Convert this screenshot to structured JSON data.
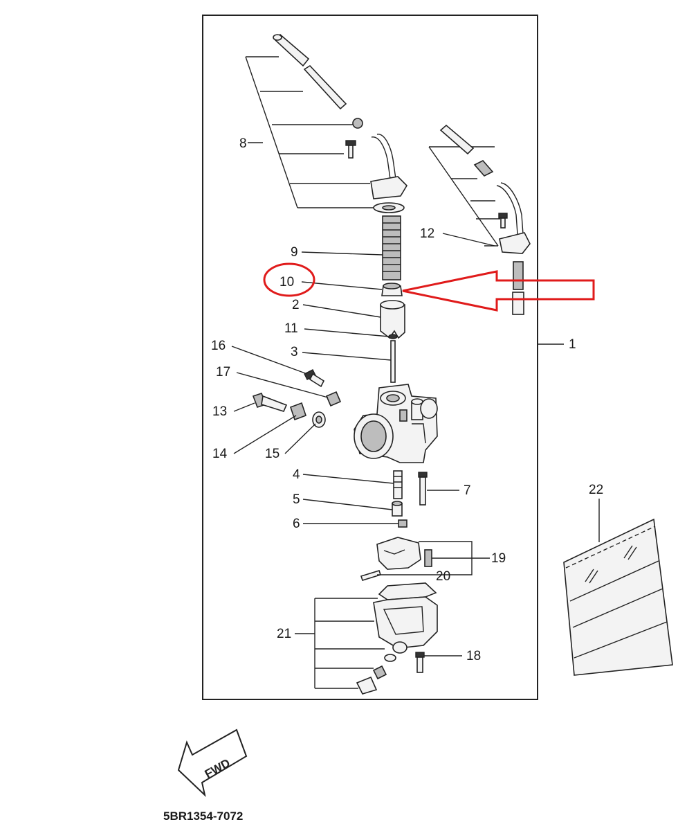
{
  "diagram": {
    "callouts": [
      {
        "id": "c1",
        "label": "1"
      },
      {
        "id": "c2",
        "label": "2"
      },
      {
        "id": "c3",
        "label": "3"
      },
      {
        "id": "c4",
        "label": "4"
      },
      {
        "id": "c5",
        "label": "5"
      },
      {
        "id": "c6",
        "label": "6"
      },
      {
        "id": "c7",
        "label": "7"
      },
      {
        "id": "c8",
        "label": "8"
      },
      {
        "id": "c9",
        "label": "9"
      },
      {
        "id": "c10",
        "label": "10"
      },
      {
        "id": "c11",
        "label": "11"
      },
      {
        "id": "c12",
        "label": "12"
      },
      {
        "id": "c13",
        "label": "13"
      },
      {
        "id": "c14",
        "label": "14"
      },
      {
        "id": "c15",
        "label": "15"
      },
      {
        "id": "c16",
        "label": "16"
      },
      {
        "id": "c17",
        "label": "17"
      },
      {
        "id": "c18",
        "label": "18"
      },
      {
        "id": "c19",
        "label": "19"
      },
      {
        "id": "c20",
        "label": "20"
      },
      {
        "id": "c21",
        "label": "21"
      },
      {
        "id": "c22",
        "label": "22"
      }
    ],
    "fwd_label": "FWD",
    "part_code": "5BR1354-7072",
    "highlight_color": "#e01b1b"
  }
}
